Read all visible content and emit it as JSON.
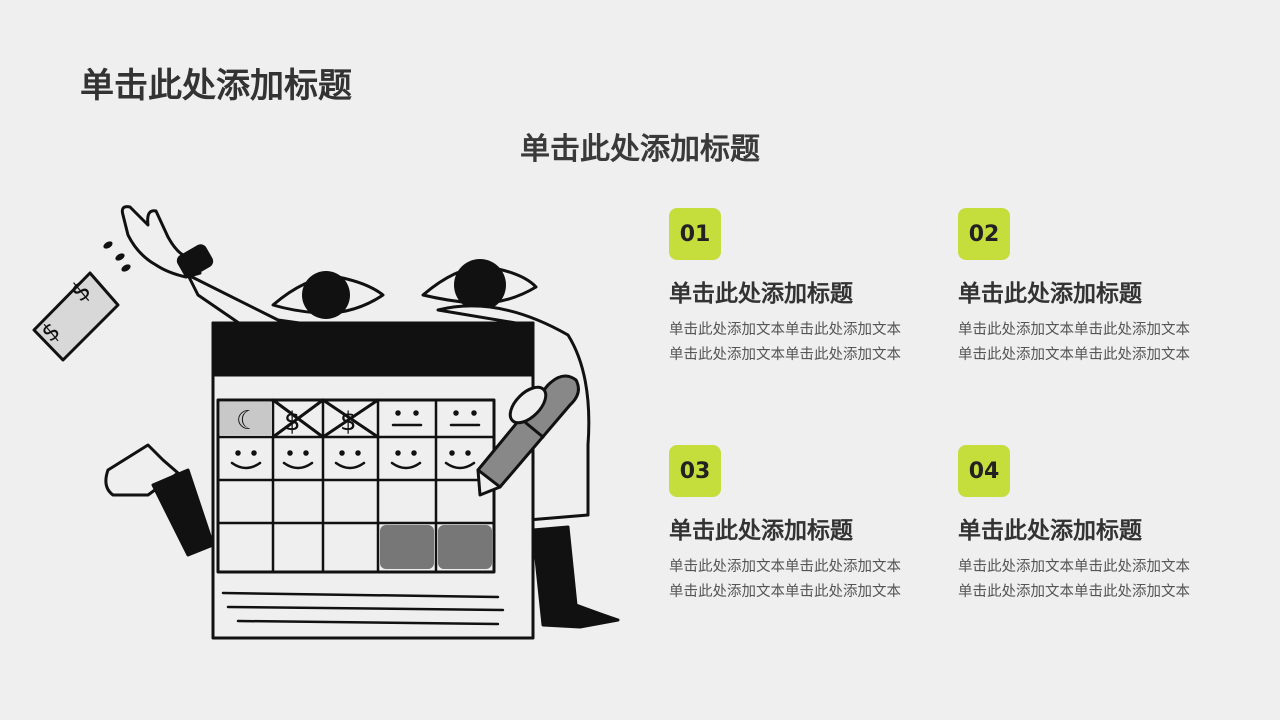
{
  "slide": {
    "title": "单击此处添加标题",
    "subtitle": "单击此处添加标题"
  },
  "colors": {
    "background": "#efefef",
    "accent": "#c5de3b",
    "text": "#333333"
  },
  "items": [
    {
      "number": "01",
      "title": "单击此处添加标题",
      "text": "单击此处添加文本单击此处添加文本单击此处添加文本单击此处添加文本"
    },
    {
      "number": "02",
      "title": "单击此处添加标题",
      "text": "单击此处添加文本单击此处添加文本单击此处添加文本单击此处添加文本"
    },
    {
      "number": "03",
      "title": "单击此处添加标题",
      "text": "单击此处添加文本单击此处添加文本单击此处添加文本单击此处添加文本"
    },
    {
      "number": "04",
      "title": "单击此处添加标题",
      "text": "单击此处添加文本单击此处添加文本单击此处添加文本单击此处添加文本"
    }
  ],
  "illustration": {
    "name": "calendar-with-people-illustration"
  }
}
